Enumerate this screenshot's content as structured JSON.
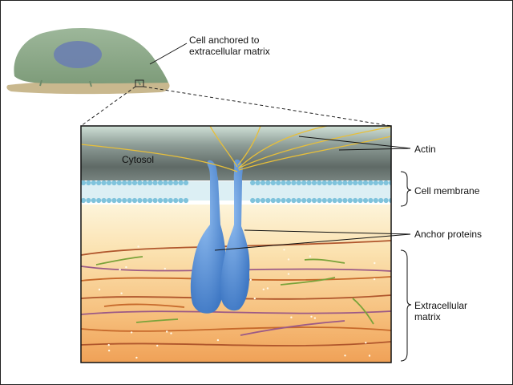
{
  "labels": {
    "cell_anchored_line1": "Cell anchored to",
    "cell_anchored_line2": "extracellular matrix",
    "cytosol": "Cytosol",
    "actin": "Actin",
    "cell_membrane": "Cell membrane",
    "anchor_proteins": "Anchor proteins",
    "ecm_line1": "Extracellular",
    "ecm_line2": "matrix"
  },
  "colors": {
    "cell_body": "#8aa886",
    "nucleus": "#6c7fb0",
    "substrate": "#c9b88e",
    "cytosol_top": "#c6d6ce",
    "cytosol_dark": "#5f6a66",
    "membrane_head": "#7fc3dc",
    "membrane_tail": "#d8ecf2",
    "anchor_protein": "#5b92d6",
    "actin": "#e9c13a",
    "ecm_top": "#fbf0d3",
    "ecm_bottom": "#f2a35c"
  }
}
